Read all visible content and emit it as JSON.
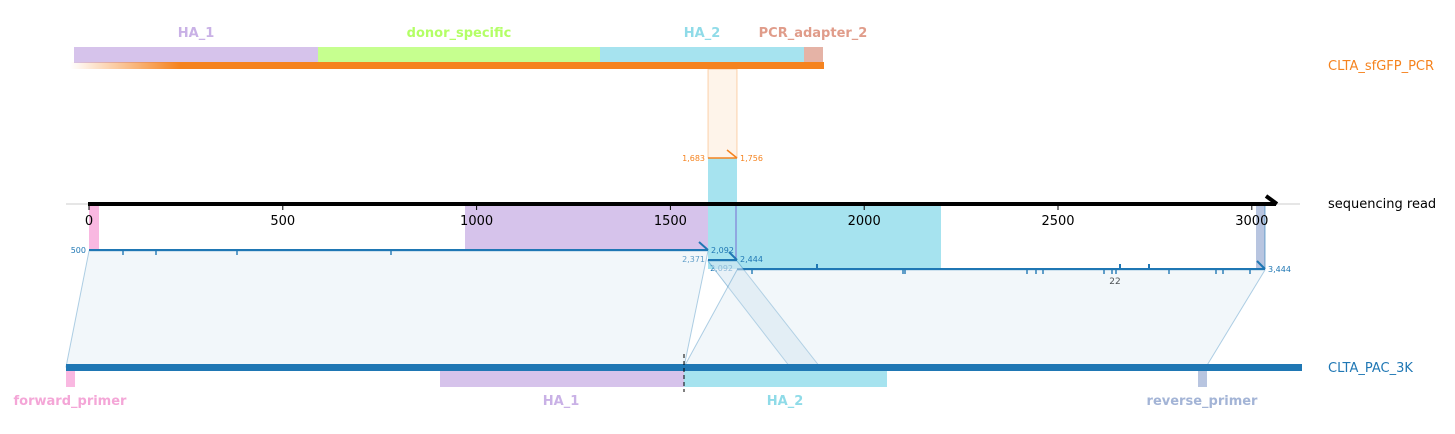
{
  "top_track": {
    "name": "CLTA_sfGFP_PCR",
    "name_color": "#f5831f",
    "features": [
      {
        "label": "HA_1",
        "color": "#d6c3eb",
        "label_color": "#c9b1e6"
      },
      {
        "label": "donor_specific",
        "color": "#c6ff8f",
        "label_color": "#b3ff66"
      },
      {
        "label": "HA_2",
        "color": "#a6e3ef",
        "label_color": "#8fdbe8"
      },
      {
        "label": "PCR_adapter_2",
        "color": "#e5b3a6",
        "label_color": "#e09c8a"
      }
    ],
    "match_coords": {
      "start": "1,683",
      "end": "1,756"
    }
  },
  "read": {
    "name": "sequencing read",
    "axis_ticks": [
      "0",
      "500",
      "1000",
      "1500",
      "2000",
      "2500",
      "3000"
    ],
    "coords": {
      "left_start": "500",
      "seg1_end": "2,092",
      "seg2_start": "2,371",
      "seg2_end": "2,444",
      "seg3_start": "2,092",
      "seg3_end": "3,444",
      "indel_count": "22"
    }
  },
  "bottom_track": {
    "name": "CLTA_PAC_3K",
    "name_color": "#1f77b4",
    "features": [
      {
        "label": "forward_primer",
        "color": "#f9b8e1",
        "label_color": "#f4a6d7"
      },
      {
        "label": "HA_1",
        "color": "#d6c3eb",
        "label_color": "#c9b1e6"
      },
      {
        "label": "HA_2",
        "color": "#a6e3ef",
        "label_color": "#8fdbe8"
      },
      {
        "label": "reverse_primer",
        "color": "#b8c5e0",
        "label_color": "#a3b4d6"
      }
    ]
  }
}
